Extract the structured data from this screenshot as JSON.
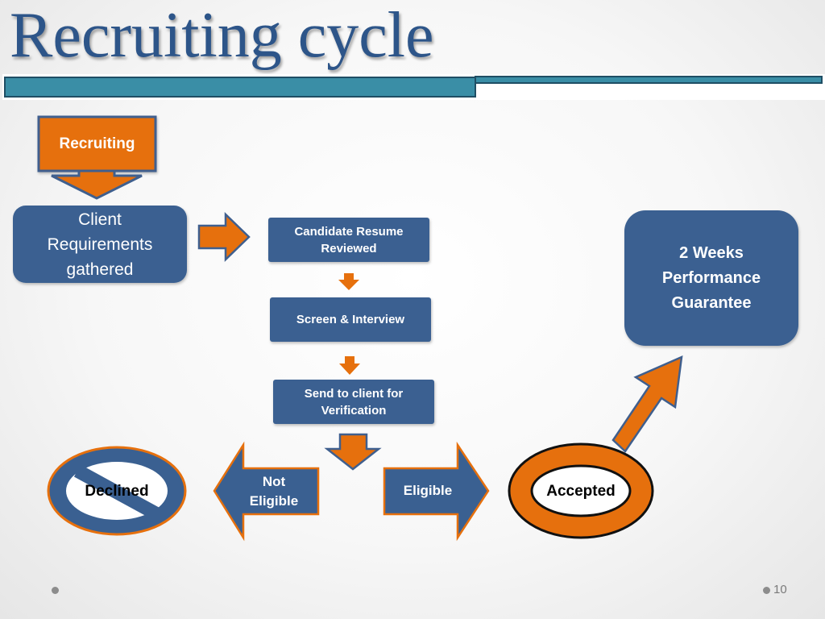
{
  "slide": {
    "title": "Recruiting cycle",
    "page_number": "10"
  },
  "flow": {
    "recruiting": "Recruiting",
    "client_requirements": "Client\nRequirements\ngathered",
    "resume_reviewed": "Candidate Resume\nReviewed",
    "screen_interview": "Screen & Interview",
    "send_to_client": "Send to client for\nVerification",
    "not_eligible": "Not\nEligible",
    "eligible": "Eligible",
    "declined": "Declined",
    "accepted": "Accepted",
    "guarantee": "2 Weeks\nPerformance\nGuarantee"
  },
  "colors": {
    "accent_blue": "#3a6091",
    "title_blue": "#2d5589",
    "bar_teal": "#3a8ea6",
    "orange": "#e6700d",
    "border_blue": "#3f5f8e"
  }
}
